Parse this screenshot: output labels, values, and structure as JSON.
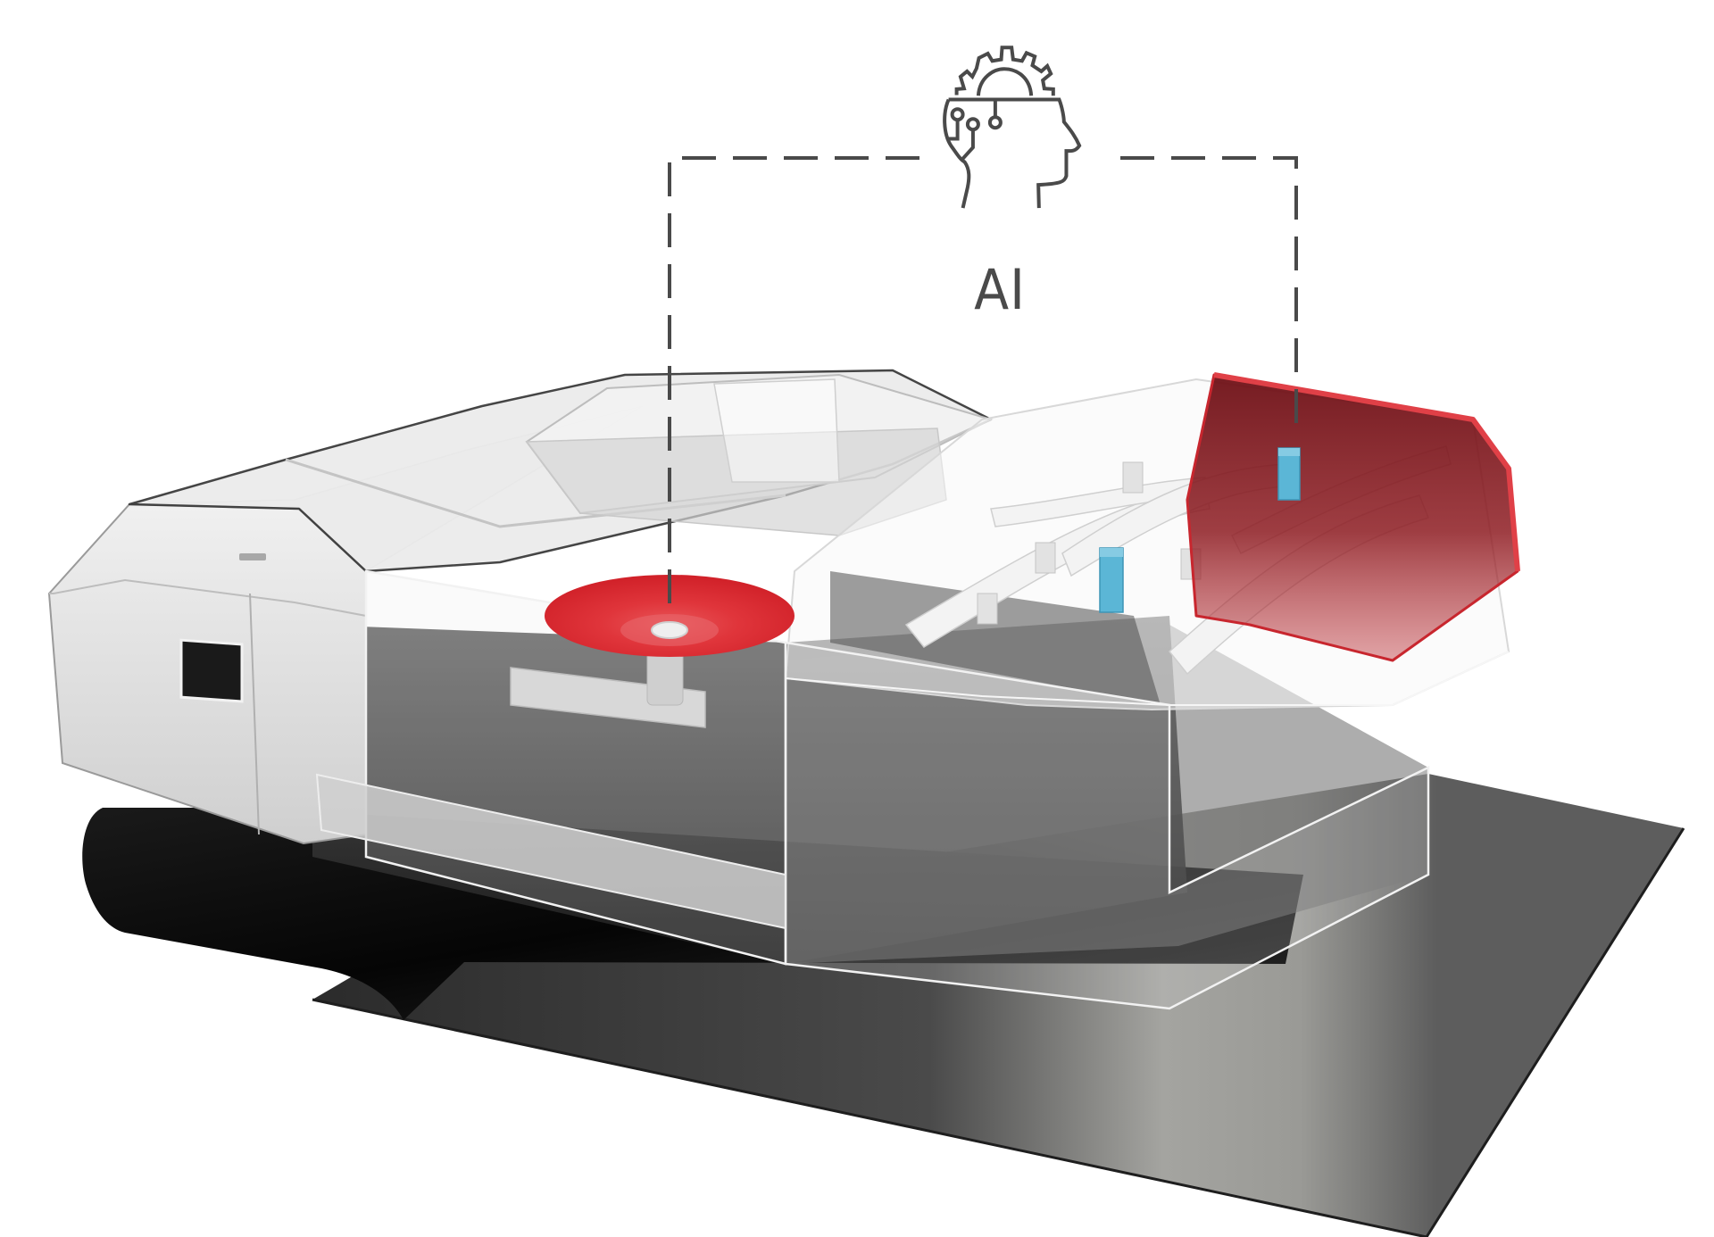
{
  "diagram": {
    "label": "AI",
    "icon": "ai-head-gear-circuit-icon",
    "connector_style": "dashed",
    "components": [
      {
        "name": "ai-module",
        "description": "Head with gear and circuit nodes"
      },
      {
        "name": "hopper",
        "description": "Transparent feed hopper"
      },
      {
        "name": "rotary-disc",
        "description": "Red rotating disc feeder"
      },
      {
        "name": "camera-housing",
        "description": "Grey housing with inspection window"
      },
      {
        "name": "sorting-channel",
        "description": "Transparent chute with curved guide bars"
      },
      {
        "name": "sensors",
        "description": "Blue sensor blocks"
      },
      {
        "name": "red-end-cover",
        "description": "Red translucent end cover"
      },
      {
        "name": "conveyor-belt",
        "description": "Black conveyor belt on dark floor plate"
      }
    ]
  },
  "colors": {
    "line": "#4a4a4a",
    "disc": "#d7282f",
    "end_cover": "#8e1c22",
    "sensor": "#5bb6d6",
    "housing": "#dcdcdc",
    "floor": "#5d5d5d",
    "belt": "#111111"
  }
}
